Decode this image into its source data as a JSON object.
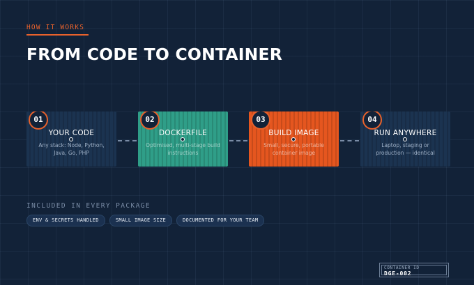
{
  "header": {
    "eyebrow": "HOW IT WORKS",
    "title": "FROM CODE TO CONTAINER"
  },
  "steps": [
    {
      "number": "01",
      "title": "YOUR CODE",
      "description": "Any stack: Node, Python, Java, Go, PHP",
      "color": "#1b3350"
    },
    {
      "number": "02",
      "title": "DOCKERFILE",
      "description": "Optimised, multi-stage build instructions",
      "color": "#2f9e88"
    },
    {
      "number": "03",
      "title": "BUILD IMAGE",
      "description": "Small, secure, portable container image",
      "color": "#e5561f"
    },
    {
      "number": "04",
      "title": "RUN ANYWHERE",
      "description": "Laptop, staging or production — identical",
      "color": "#1b3350"
    }
  ],
  "included": {
    "title": "INCLUDED IN EVERY PACKAGE",
    "items": [
      "ENV & SECRETS HANDLED",
      "SMALL IMAGE SIZE",
      "DOCUMENTED FOR YOUR TEAM"
    ]
  },
  "container_id": {
    "label": "CONTAINER ID",
    "value": "DGE-002"
  },
  "colors": {
    "background": "#122238",
    "accent": "#e8622c",
    "muted": "#7a8ca6"
  }
}
